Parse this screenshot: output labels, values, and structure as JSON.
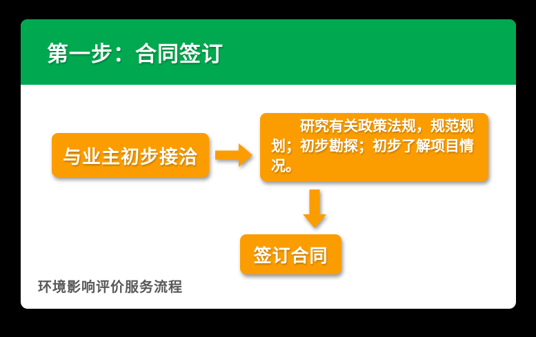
{
  "slide": {
    "header": {
      "title": "第一步：合同签订"
    },
    "flowchart": {
      "step1_label": "与业主初步接洽",
      "step2_text": "研究有关政策法规，规范规划；初步勘探；初步了解项目情况。",
      "step3_label": "签订合同"
    },
    "caption": "环境影响评价服务流程"
  },
  "icons": {
    "arrow_right": "right-arrow-icon",
    "arrow_down": "down-arrow-icon"
  },
  "colors": {
    "header_green": "#00A94F",
    "box_orange": "#FB9D00",
    "card_white": "#FFFFFF",
    "caption_gray": "#595959",
    "background_black": "#000000"
  }
}
